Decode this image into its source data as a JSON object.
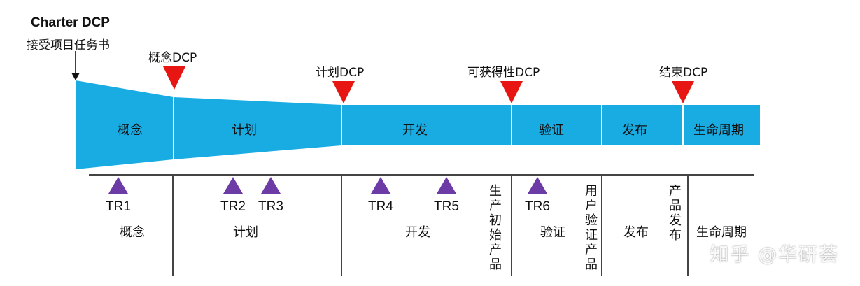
{
  "charter": {
    "title": "Charter DCP",
    "subtitle": "接受项目任务书"
  },
  "dcps": {
    "concept": "概念DCP",
    "plan": "计划DCP",
    "availability": "可获得性DCP",
    "end": "结束DCP"
  },
  "band_phases": {
    "concept": "概念",
    "plan": "计划",
    "develop": "开发",
    "verify": "验证",
    "release": "发布",
    "lifecycle": "生命周期"
  },
  "tr_reviews": [
    "TR1",
    "TR2",
    "TR3",
    "TR4",
    "TR5",
    "TR6"
  ],
  "lower_phases": {
    "concept": "概念",
    "plan": "计划",
    "develop": "开发",
    "verify": "验证",
    "release": "发布",
    "lifecycle": "生命周期"
  },
  "vertical_notes": {
    "initial_product": "生产初始产品",
    "user_verification": "用户验证产品",
    "product_release": "产品发布"
  },
  "watermark": "知乎 @华研荟",
  "colors": {
    "band": "#19ace2",
    "dcp_marker": "#e81612",
    "tr_marker": "#6d3ba6",
    "axis": "#444444"
  }
}
